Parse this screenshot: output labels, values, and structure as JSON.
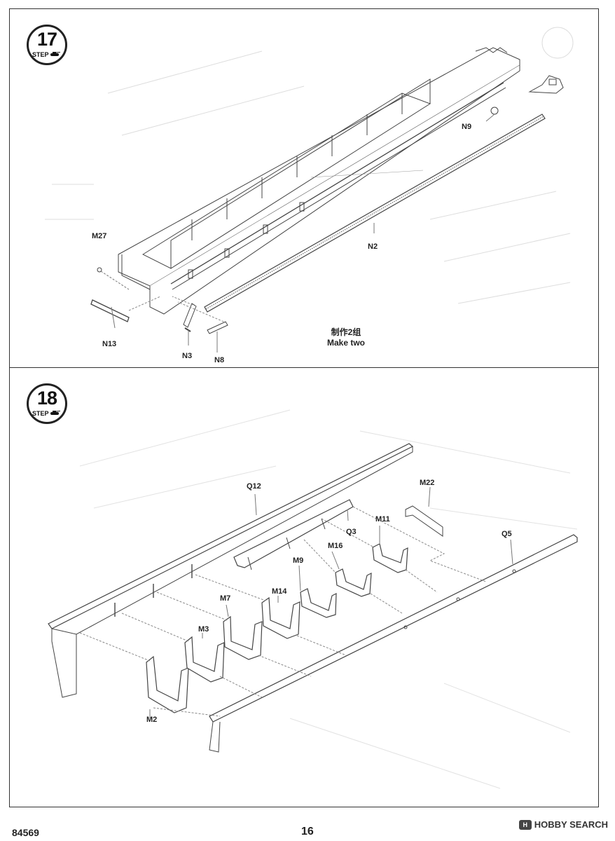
{
  "step17": {
    "number": "17",
    "step_word": "STEP",
    "labels": {
      "m27": "M27",
      "n13": "N13",
      "n3": "N3",
      "n8": "N8",
      "n2": "N2",
      "n9": "N9"
    },
    "note_cn": "制作2组",
    "note_en": "Make two"
  },
  "step18": {
    "number": "18",
    "step_word": "STEP",
    "labels": {
      "q12": "Q12",
      "m22": "M22",
      "q3": "Q3",
      "m11": "M11",
      "q5": "Q5",
      "m16": "M16",
      "m9": "M9",
      "m14": "M14",
      "m7": "M7",
      "m3": "M3",
      "m2": "M2"
    }
  },
  "footer": {
    "kit_number": "84569",
    "page_number": "16",
    "watermark": "HOBBY SEARCH",
    "watermark_logo": "H"
  }
}
